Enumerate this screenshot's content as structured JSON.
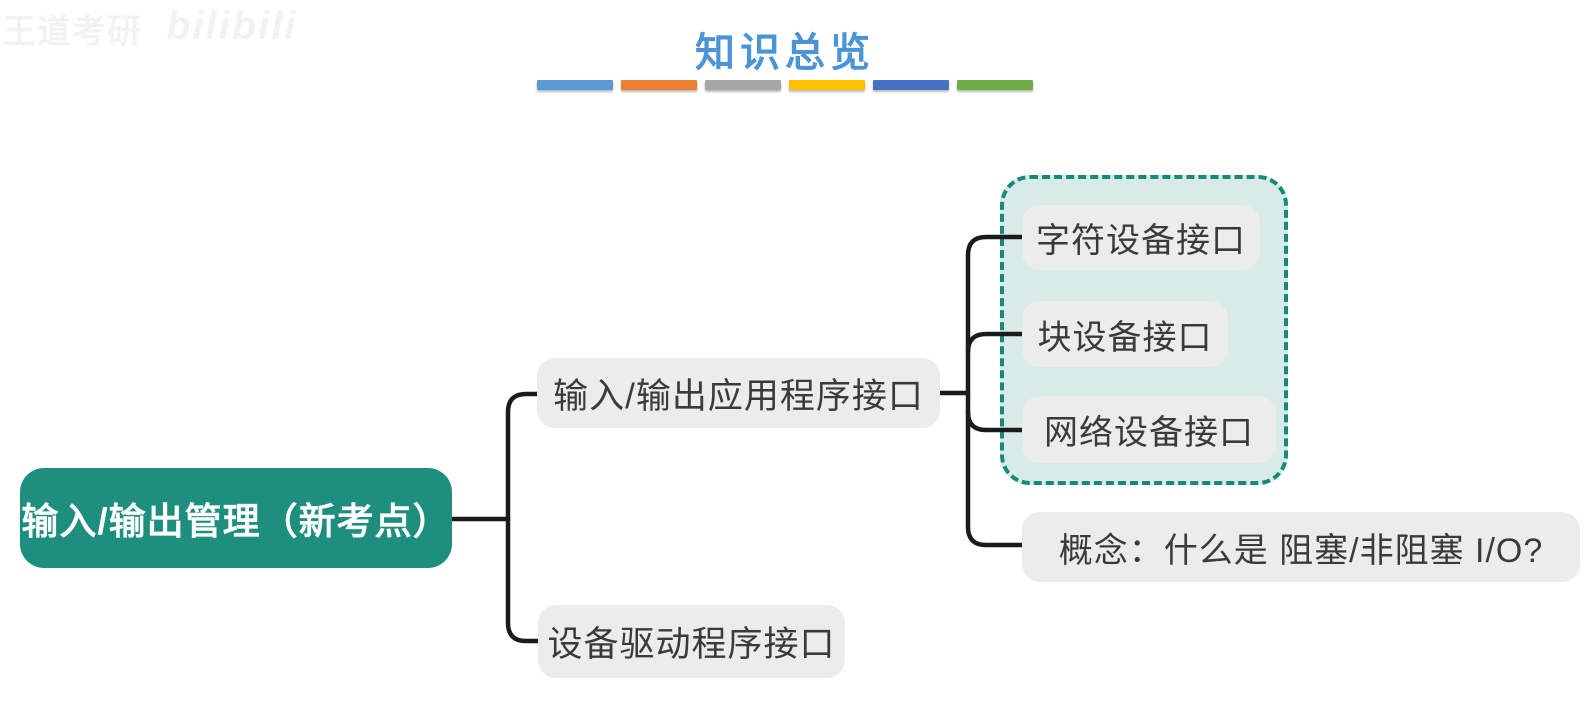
{
  "watermark": {
    "brand1": "王道考研",
    "brand2": "bilibili"
  },
  "header": {
    "title": "知识总览",
    "underline_colors": [
      "#5B9BD5",
      "#ED7D31",
      "#A5A5A5",
      "#FFC000",
      "#4472C4",
      "#70AD47"
    ]
  },
  "mindmap": {
    "root_label": "输入/输出管理（新考点）",
    "branch1_label": "输入/输出应用程序接口",
    "branch2_label": "设备驱动程序接口",
    "children": [
      {
        "label": "字符设备接口"
      },
      {
        "label": "块设备接口"
      },
      {
        "label": "网络设备接口"
      }
    ],
    "concept_label": "概念：什么是 阻塞/非阻塞 I/O?"
  },
  "colors": {
    "title": "#4D94D6",
    "root_bg": "#1E8E7E",
    "root_text": "#FFFFFF",
    "node_bg": "#ECECEC",
    "node_text": "#3A3A3A",
    "group_bg": "#D8EBE7",
    "group_border": "#17897B",
    "connector": "#1B1B1B"
  }
}
